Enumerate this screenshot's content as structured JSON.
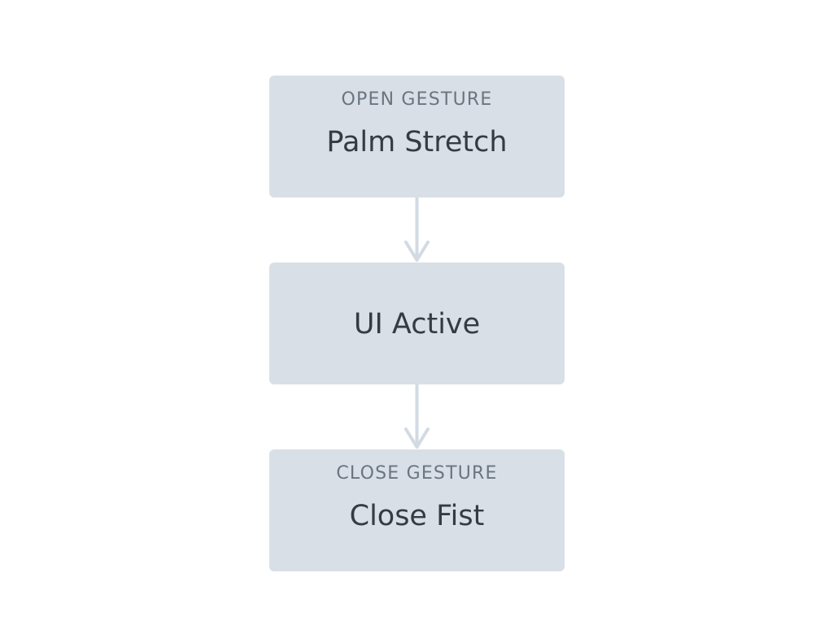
{
  "diagram": {
    "nodes": [
      {
        "id": "open",
        "label": "OPEN GESTURE",
        "title": "Palm Stretch"
      },
      {
        "id": "active",
        "label": "",
        "title": "UI Active"
      },
      {
        "id": "close",
        "label": "CLOSE GESTURE",
        "title": "Close Fist"
      }
    ],
    "edges": [
      {
        "from": "open",
        "to": "active"
      },
      {
        "from": "active",
        "to": "close"
      }
    ],
    "colors": {
      "node_fill": "#d8dfe6",
      "label_text": "#6a7580",
      "title_text": "#343b42",
      "arrow": "#d2dbe3",
      "background": "#ffffff"
    }
  }
}
